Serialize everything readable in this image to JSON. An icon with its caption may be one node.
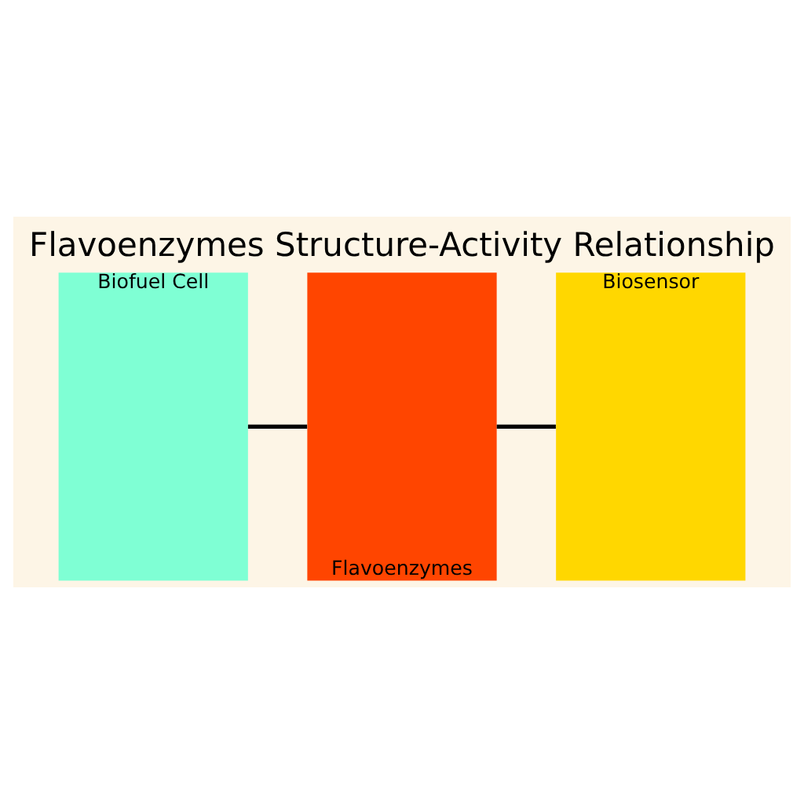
{
  "diagram": {
    "title": "Flavoenzymes Structure-Activity Relationship",
    "nodes": [
      {
        "text": [
          "Biofuel Cell"
        ]
      },
      {
        "text": [
          "Flavoenzymes"
        ]
      },
      {
        "text": [
          "Biosensor"
        ]
      }
    ],
    "edges": [
      {
        "from": 0,
        "to": 1,
        "arrow": "none"
      },
      {
        "from": 1,
        "to": 2,
        "arrow": "none"
      }
    ]
  }
}
